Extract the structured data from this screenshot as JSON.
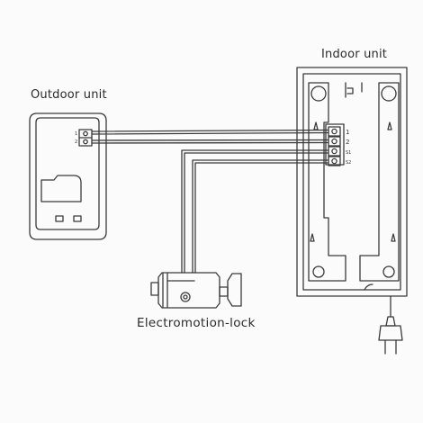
{
  "labels": {
    "outdoor_unit": "Outdoor unit",
    "indoor_unit": "Indoor unit",
    "lock": "Electromotion-lock"
  },
  "indoor_terminals": [
    "1",
    "2",
    "S1",
    "S2"
  ],
  "outdoor_terminals": [
    "1",
    "2"
  ],
  "colors": {
    "line": "#3a3a3a",
    "background": "#fbfbfb"
  }
}
